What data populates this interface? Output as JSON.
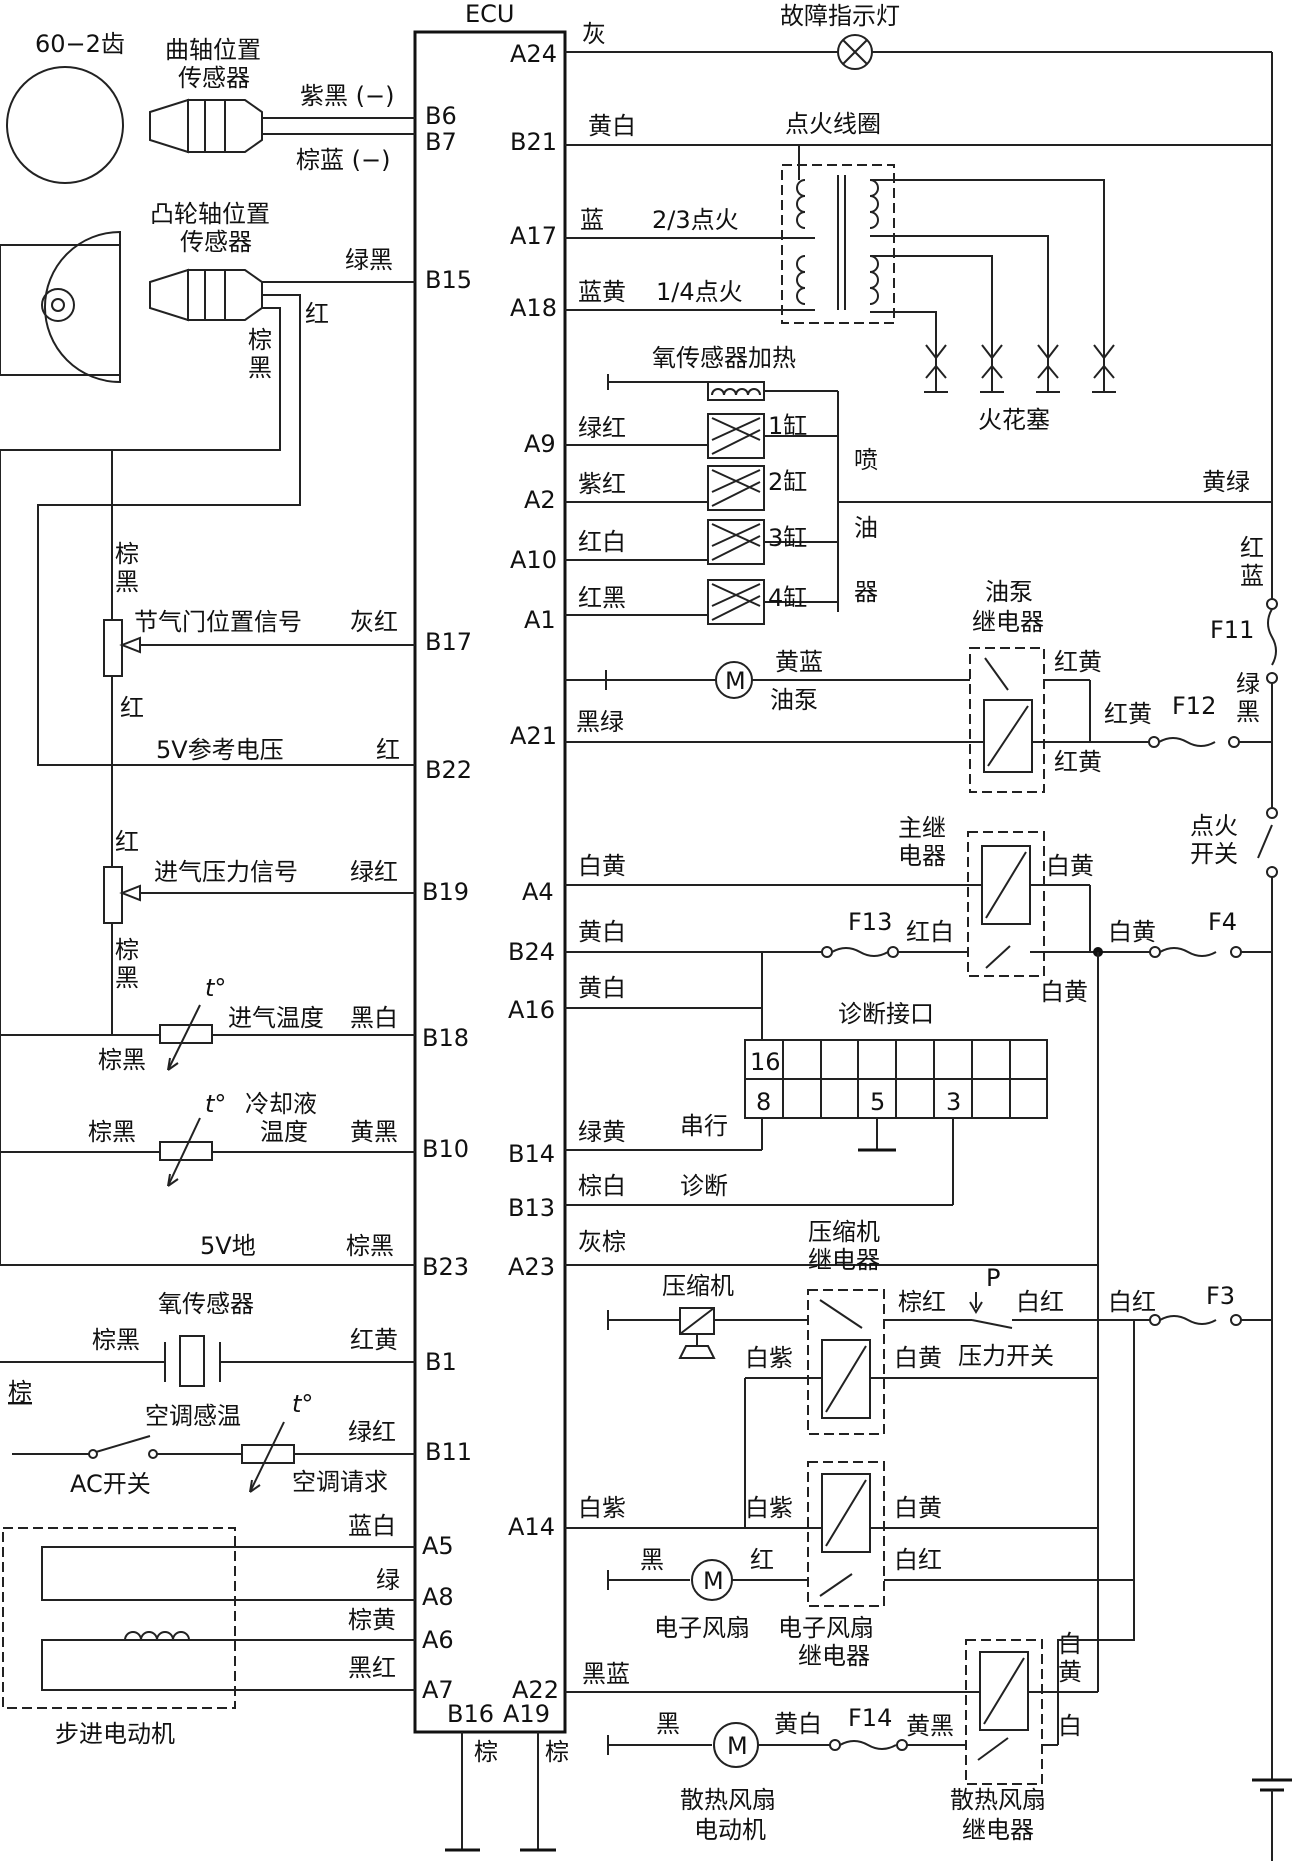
{
  "ecu": {
    "title": "ECU"
  },
  "left": {
    "gear": "60−2齿",
    "crank_sensor": [
      "曲轴位置",
      "传感器"
    ],
    "crank_wire1": "紫黑 (−)",
    "crank_wire2": "棕蓝 (−)",
    "cam_sensor": [
      "凸轮轴位置",
      "传感器"
    ],
    "cam_wire1": "绿黑",
    "cam_red": "红",
    "cam_brown": [
      "棕",
      "黑"
    ],
    "tps_signal": "节气门位置信号",
    "tps_wire": "灰红",
    "tps_top": [
      "棕",
      "黑"
    ],
    "tps_red": "红",
    "ref5v": "5V参考电压",
    "ref5v_wire": "红",
    "map_red": "红",
    "map_signal": "进气压力信号",
    "map_wire": "绿红",
    "map_brown": [
      "棕",
      "黑"
    ],
    "iat": "进气温度",
    "iat_wire": "黑白",
    "iat_brown": "棕黑",
    "ect": [
      "冷却液",
      "温度"
    ],
    "ect_wire": "黄黑",
    "ect_brown": "棕黑",
    "gnd5v": "5V地",
    "gnd5v_wire": "棕黑",
    "o2": "氧传感器",
    "o2_left": "棕黑",
    "o2_wire": "红黄",
    "brown": "棕",
    "ac_temp": "空调感温",
    "ac_switch": "AC开关",
    "ac_req": "空调请求",
    "ac_wire": "绿红",
    "stepper": "步进电动机",
    "stepper_wires": [
      "蓝白",
      "绿",
      "棕黄",
      "黑红"
    ],
    "ground_left": "棕",
    "ground_right": "棕",
    "t_symbol": "t°"
  },
  "pins": {
    "left": [
      "B6",
      "B7",
      "B15",
      "B17",
      "B22",
      "B19",
      "B18",
      "B10",
      "B23",
      "B1",
      "B11",
      "A5",
      "A8",
      "A6",
      "A7",
      "B16"
    ],
    "right": [
      "A24",
      "B21",
      "A17",
      "A18",
      "A9",
      "A2",
      "A10",
      "A1",
      "A21",
      "A4",
      "B24",
      "A16",
      "B14",
      "B13",
      "A23",
      "A14",
      "A22",
      "A19"
    ]
  },
  "right": {
    "mil": "故障指示灯",
    "mil_wire": "灰",
    "coil": "点火线圈",
    "coil_wire": "黄白",
    "ign23_wire": "蓝",
    "ign23": "2/3点火",
    "ign14_wire": "蓝黄",
    "ign14": "1/4点火",
    "spark": "火花塞",
    "o2_heat": "氧传感器加热",
    "inj_wires": [
      "绿红",
      "紫红",
      "红白",
      "红黑"
    ],
    "cyl": [
      "1缸",
      "2缸",
      "3缸",
      "4缸"
    ],
    "injector": [
      "喷",
      "油",
      "器"
    ],
    "yellow_green": "黄绿",
    "red_blue": [
      "红",
      "蓝"
    ],
    "f11": "F11",
    "green_black": [
      "绿",
      "黑"
    ],
    "pump_relay": [
      "油泵",
      "继电器"
    ],
    "pump_wire": "黄蓝",
    "pump": "油泵",
    "m": "M",
    "red_yellow": "红黄",
    "black_green": "黑绿",
    "f12": "F12",
    "ign_switch": [
      "点火",
      "开关"
    ],
    "main_relay": [
      "主继",
      "电器"
    ],
    "white_yellow": "白黄",
    "yellow_white": "黄白",
    "f13": "F13",
    "red_white": "红白",
    "f4": "F4",
    "diag": "诊断接口",
    "diag_pins": [
      "16",
      "8",
      "5",
      "3"
    ],
    "serial": "串行",
    "green_yellow": "绿黄",
    "brown_white": "棕白",
    "diagnosis": "诊断",
    "gray_brown": "灰棕",
    "comp_relay": [
      "压缩机",
      "继电器"
    ],
    "compressor": "压缩机",
    "brown_red": "棕红",
    "p": "P",
    "white_red": "白红",
    "f3": "F3",
    "white_purple": "白紫",
    "pressure_switch": "压力开关",
    "black": "黑",
    "red": "红",
    "fan_e": "电子风扇",
    "fan_relay": [
      "电子风扇",
      "继电器"
    ],
    "black_blue": "黑蓝",
    "f14": "F14",
    "yellow_black": "黄黑",
    "white": "白",
    "fan_motor": [
      "散热风扇",
      "电动机"
    ],
    "fan_motor_relay": [
      "散热风扇",
      "继电器"
    ],
    "white_yellow2": [
      "白",
      "黄"
    ]
  }
}
